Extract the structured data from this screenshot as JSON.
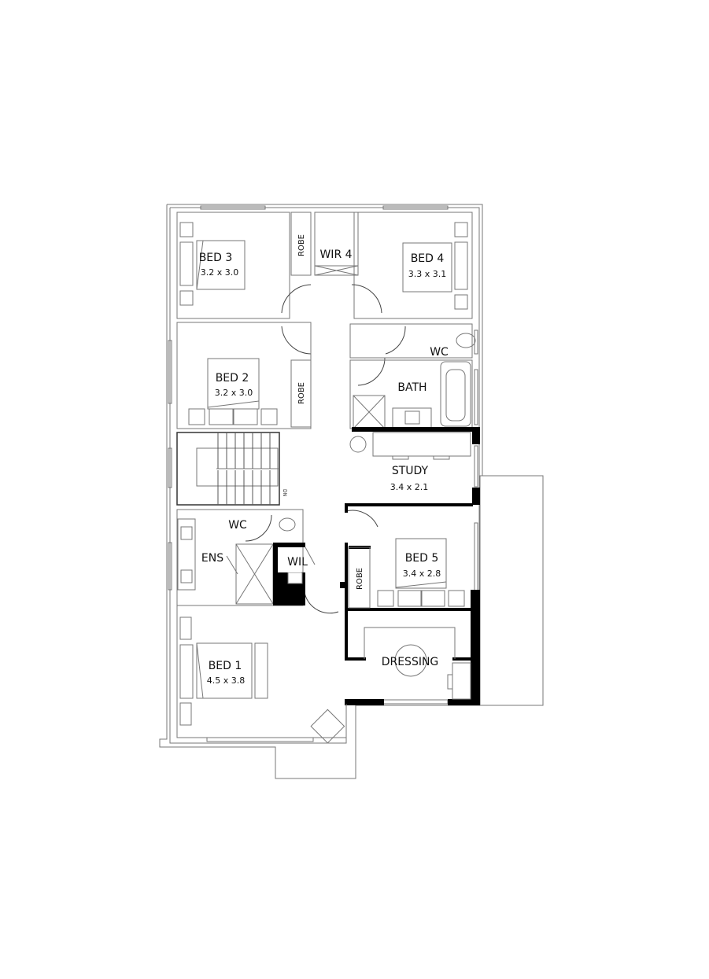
{
  "plan": {
    "rooms": [
      {
        "id": "bed3",
        "name": "BED 3",
        "size": "3.2 x 3.0"
      },
      {
        "id": "wir4",
        "name": "WIR 4"
      },
      {
        "id": "bed4",
        "name": "BED 4",
        "size": "3.3 x 3.1"
      },
      {
        "id": "bed2",
        "name": "BED 2",
        "size": "3.2 x 3.0"
      },
      {
        "id": "wc_upper",
        "name": "WC"
      },
      {
        "id": "bath",
        "name": "BATH"
      },
      {
        "id": "study",
        "name": "STUDY",
        "size": "3.4 x 2.1"
      },
      {
        "id": "wc_ens",
        "name": "WC"
      },
      {
        "id": "ens",
        "name": "ENS"
      },
      {
        "id": "wil",
        "name": "WIL"
      },
      {
        "id": "bed5",
        "name": "BED 5",
        "size": "3.4 x 2.8"
      },
      {
        "id": "bed1",
        "name": "BED 1",
        "size": "4.5 x 3.8"
      },
      {
        "id": "dressing",
        "name": "DRESSING"
      }
    ],
    "robes": [
      "ROBE",
      "ROBE",
      "ROBE"
    ],
    "stair_label": "DN"
  }
}
